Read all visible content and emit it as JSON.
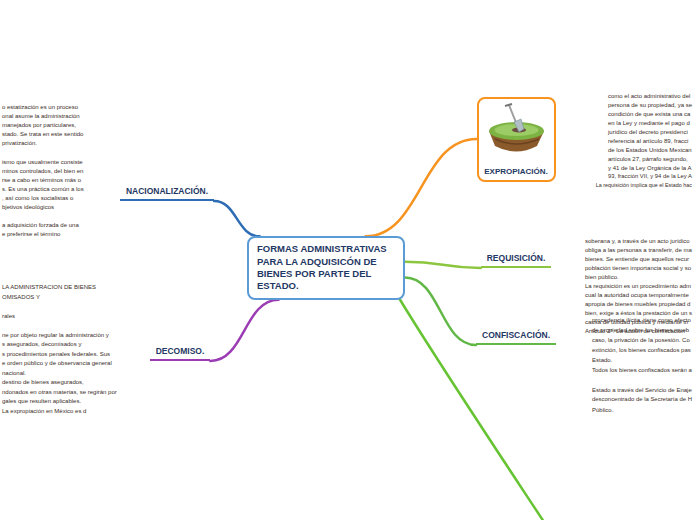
{
  "diagram": {
    "nodes": [
      {
        "text": [
          "FORMAS ADMINISTRATIVAS PARA LA ADQUISICÓN DE BIENES POR PARTE DEL ESTADO."
        ]
      },
      {
        "text": [
          "EXPROPIACIÓN."
        ]
      },
      {
        "text": [
          "REQUISICIÓN."
        ]
      },
      {
        "text": [
          "CONFISCACIÓN."
        ]
      },
      {
        "text": [
          "NACIONALIZACIÓN."
        ]
      },
      {
        "text": [
          "DECOMISO."
        ]
      }
    ],
    "edges": [
      {
        "from": 0,
        "to": 1,
        "arrow": "none"
      },
      {
        "from": 0,
        "to": 2,
        "arrow": "none"
      },
      {
        "from": 0,
        "to": 3,
        "arrow": "none"
      },
      {
        "from": 0,
        "to": 4,
        "arrow": "none"
      },
      {
        "from": 0,
        "to": 5,
        "arrow": "none"
      }
    ],
    "labels": [
      "o estatización es un proceso",
      "onal asume la administración",
      "manejados por particulares,",
      "stado. Se trata en este sentido",
      "privatización.",
      "ismo que usualmente consiste",
      "minos controlados, del bien en",
      "rse a cabo en términos más o",
      "s. Es una práctica común a los",
      ", así como los socialistas o",
      "bjetivos ideológicos",
      "a adquisición forzada de una",
      "e preferirse el término",
      "LA ADMINISTRACION DE BIENES",
      "OMISADOS Y",
      "rales",
      "ne por objeto regular la administración y",
      "s asegurados, decomisados y",
      "s procedimientos penales federales. Sus",
      "e orden público y de observancia general",
      "nacional.",
      "destino de bienes asegurados,",
      "ndonados en otras materias, se regirán por",
      "gales que resulten aplicables.",
      "La expropiación en México es d",
      "como el acto administrativo del",
      "persona de su propiedad, ya se",
      "condición de que exista una ca",
      "en la Ley y mediante el pago d",
      "jurídico del decreto presidenci",
      "referencia al artículo 89, fracci",
      "de los Estados Unidos Mexican",
      "artículos 27, párrafo segundo,",
      "y 41 de la Ley Orgánica de la A",
      "93, fracción VII, y 94 de la Ley A",
      "La requisición implica que el Estado hac",
      "soberana y, a través de un acto jurídico",
      "obliga a las personas a transferir, de ma",
      "bienes. Se entiende que aquellos recur",
      "población tienen importancia social y so",
      "bien público.",
      "La requisición es un procedimiento adm",
      "cual la autoridad ocupa temporalmente",
      "apropia de bienes muebles propiedad d",
      "bien, exige a éstos la prestación de un s",
      "causa de utilidad pública y mediante in",
      "Artículo 2°. La acción de confiscación",
      "procedencia ilícita, tiene como efecto",
      "de propiedad sobre los bienes mueb",
      "caso, la privación de la posesión. Co",
      "extinción, los bienes confiscados pas",
      "Estado.",
      "Todos los bienes confiscados serán a",
      "Estado a través del Servicio de Enaje",
      "desconcentrado de la Secretaría de H",
      "Público."
    ]
  }
}
